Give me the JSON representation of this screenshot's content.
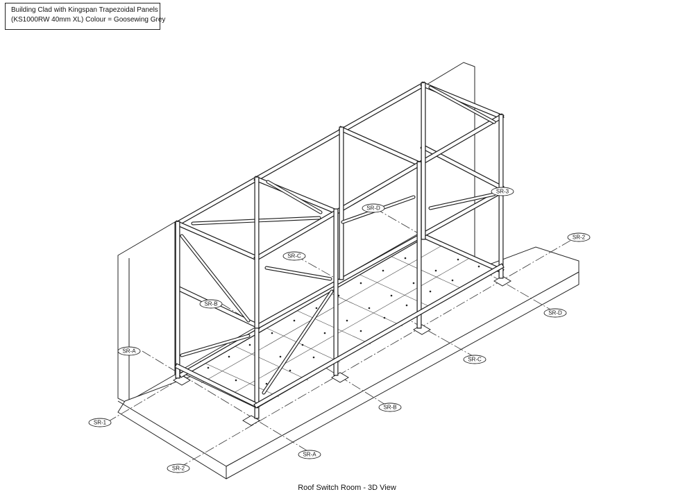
{
  "note": {
    "line1": "Building Clad with Kingspan Trapezoidal Panels",
    "line2": "(KS1000RW 40mm XL) Colour = Goosewing Grey"
  },
  "caption": "Roof Switch Room - 3D View",
  "grid_labels": {
    "sr_a_left": "SR-A",
    "sr_a_bottom": "SR-A",
    "sr_b_mid": "SR-B",
    "sr_b_bottom": "SR-B",
    "sr_c_mid": "SR-C",
    "sr_c_bottom": "SR-C",
    "sr_d_mid": "SR-D",
    "sr_d_right": "SR-D",
    "sr_1_left": "SR-1",
    "sr_2_bottom": "SR-2",
    "sr_2_right": "SR-2",
    "sr_3_right": "SR-3"
  }
}
